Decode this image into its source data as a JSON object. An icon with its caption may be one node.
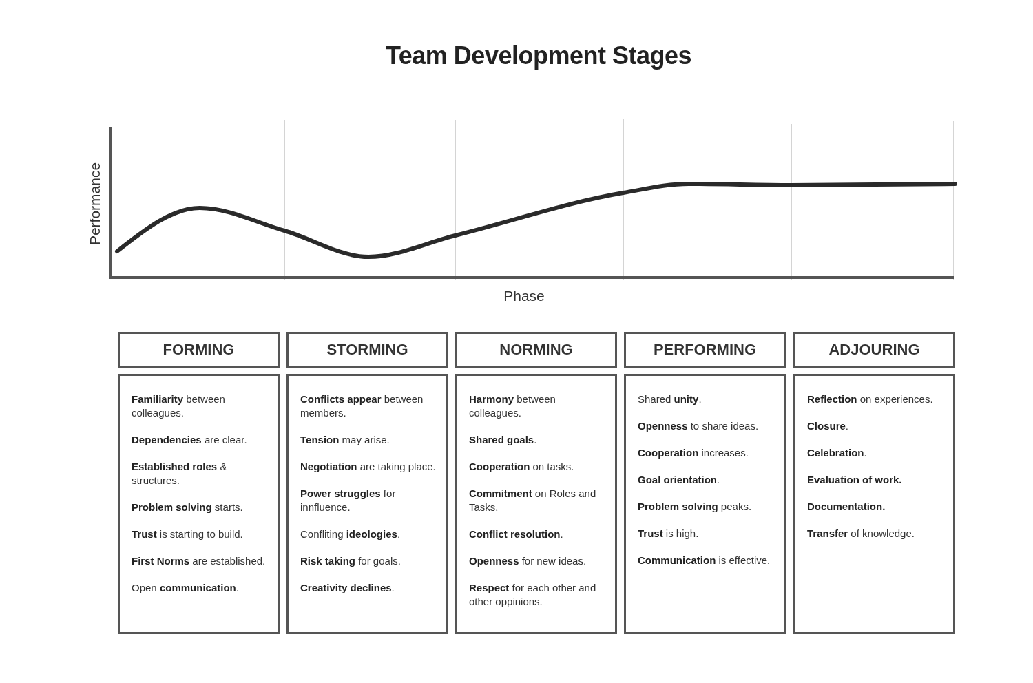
{
  "diagram": {
    "title": "Team Development Stages",
    "nodes": [
      {
        "text": [
          "FORMING"
        ]
      },
      {
        "text": [
          "STORMING"
        ]
      },
      {
        "text": [
          "NORMING"
        ]
      },
      {
        "text": [
          "PERFORMING"
        ]
      },
      {
        "text": [
          "ADJOURING"
        ]
      },
      {
        "text": [
          "**Familiarity** between colleagues.",
          "**Dependencies** are clear.",
          "**Established roles** & structures.",
          "**Problem solving** starts.",
          "**Trust** is starting to build.",
          "**First Norms** are established.",
          "Open **communication**."
        ]
      },
      {
        "text": [
          "**Conflicts appear** between members.",
          "**Tension** may arise.",
          "**Negotiation** are taking place.",
          "**Power struggles** for innfluence.",
          "Confliting **ideologies**.",
          "**Risk taking** for goals.",
          "**Creativity declines**."
        ]
      },
      {
        "text": [
          "**Harmony** between colleagues.",
          "**Shared goals**.",
          "**Cooperation** on tasks.",
          "**Commitment** on Roles and Tasks.",
          "**Conflict resolution**.",
          "**Openness** for new ideas.",
          "**Respect** for each other and other oppinions."
        ]
      },
      {
        "text": [
          "Shared **unity**.",
          "**Openness** to share ideas.",
          "**Cooperation** increases.",
          "**Goal orientation**.",
          "**Problem solving** peaks.",
          "**Trust** is high.",
          "**Communication** is effective."
        ]
      },
      {
        "text": [
          "**Reflection** on experiences.",
          "**Closure**.",
          "**Celebration**.",
          "**Evaluation of work.**",
          "**Documentation.**",
          "**Transfer** of knowledge."
        ]
      }
    ],
    "labels": [
      "Performance",
      "Phase"
    ]
  }
}
